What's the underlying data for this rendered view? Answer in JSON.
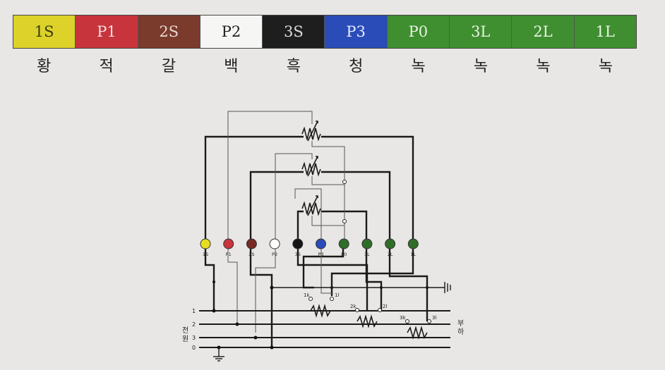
{
  "color_legend": [
    {
      "code": "1S",
      "name": "황",
      "color": "#dcd22a",
      "text_color": "#3a3a10"
    },
    {
      "code": "P1",
      "name": "적",
      "color": "#c8343c",
      "text_color": "#f4dede"
    },
    {
      "code": "2S",
      "name": "갈",
      "color": "#7a3a2c",
      "text_color": "#e8d8d0"
    },
    {
      "code": "P2",
      "name": "백",
      "color": "#f6f6f4",
      "text_color": "#222222"
    },
    {
      "code": "3S",
      "name": "흑",
      "color": "#1e1e1e",
      "text_color": "#dddddd"
    },
    {
      "code": "P3",
      "name": "청",
      "color": "#2a4cb8",
      "text_color": "#e6ecff"
    },
    {
      "code": "P0",
      "name": "녹",
      "color": "#3f8f30",
      "text_color": "#e6f4e0"
    },
    {
      "code": "3L",
      "name": "녹",
      "color": "#3f8f30",
      "text_color": "#e6f4e0"
    },
    {
      "code": "2L",
      "name": "녹",
      "color": "#3f8f30",
      "text_color": "#e6f4e0"
    },
    {
      "code": "1L",
      "name": "녹",
      "color": "#3f8f30",
      "text_color": "#e6f4e0"
    }
  ],
  "terminals": [
    {
      "label": "1S",
      "color": "#e8de20"
    },
    {
      "label": "P1",
      "color": "#c8343c"
    },
    {
      "label": "2S",
      "color": "#7a2a24"
    },
    {
      "label": "P2",
      "color": "#ffffff"
    },
    {
      "label": "3S",
      "color": "#151515"
    },
    {
      "label": "P3",
      "color": "#2a4cb8"
    },
    {
      "label": "P0",
      "color": "#2f6e28"
    },
    {
      "label": "3L",
      "color": "#2f6e28"
    },
    {
      "label": "2L",
      "color": "#2f6e28"
    },
    {
      "label": "1L",
      "color": "#2f6e28"
    }
  ],
  "lines": [
    "1",
    "2",
    "3",
    "0"
  ],
  "source_label": [
    "전",
    "원"
  ],
  "load_label": [
    "부",
    "하"
  ],
  "ct_labels": [
    {
      "k": "1k",
      "l": "1l"
    },
    {
      "k": "2k",
      "l": "2l"
    },
    {
      "k": "3k",
      "l": "3l"
    }
  ]
}
